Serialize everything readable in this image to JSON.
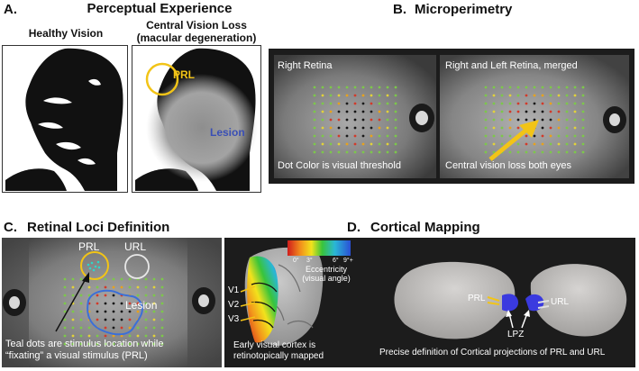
{
  "panel_a": {
    "letter": "A.",
    "title": "Perceptual Experience",
    "left_caption": "Healthy Vision",
    "right_caption_line1": "Central Vision Loss",
    "right_caption_line2": "(macular degeneration)",
    "prl_label": "PRL",
    "lesion_label": "Lesion",
    "colors": {
      "prl_circle": "#f2c417",
      "lesion_label": "#3a4fb5"
    }
  },
  "panel_b": {
    "letter": "B.",
    "title": "Microperimetry",
    "left_label": "Right Retina",
    "right_label": "Right and Left Retina, merged",
    "left_caption": "Dot Color is visual threshold",
    "right_caption": "Central vision loss both eyes",
    "colors": {
      "arrow": "#f2c417"
    }
  },
  "panel_c": {
    "letter": "C.",
    "title": "Retinal Loci Definition",
    "prl_label": "PRL",
    "url_label": "URL",
    "lesion_label": "Lesion",
    "caption_line1": "Teal dots are stimulus location while",
    "caption_line2": "“fixating” a visual stimulus (PRL)",
    "colors": {
      "prl_circle": "#f2c417",
      "url_circle": "#e8e8e8",
      "lesion_outline": "#3b6fd8"
    }
  },
  "panel_d": {
    "letter": "D.",
    "title": "Cortical Mapping",
    "colorbar_ticks": [
      "0°",
      "3°",
      "6°",
      "9°+"
    ],
    "colorbar_label_line1": "Eccentricity",
    "colorbar_label_line2": "(visual angle)",
    "v1": "V1",
    "v2": "V2",
    "v3": "V3",
    "left_caption_line1": "Early visual cortex is",
    "left_caption_line2": "retinotopically mapped",
    "prl_label": "PRL",
    "url_label": "URL",
    "lpz_label": "LPZ",
    "bottom_caption": "Precise definition of Cortical projections of PRL and URL",
    "colors": {
      "projection": "#3a3adf",
      "arrow": "#f2c417"
    }
  }
}
